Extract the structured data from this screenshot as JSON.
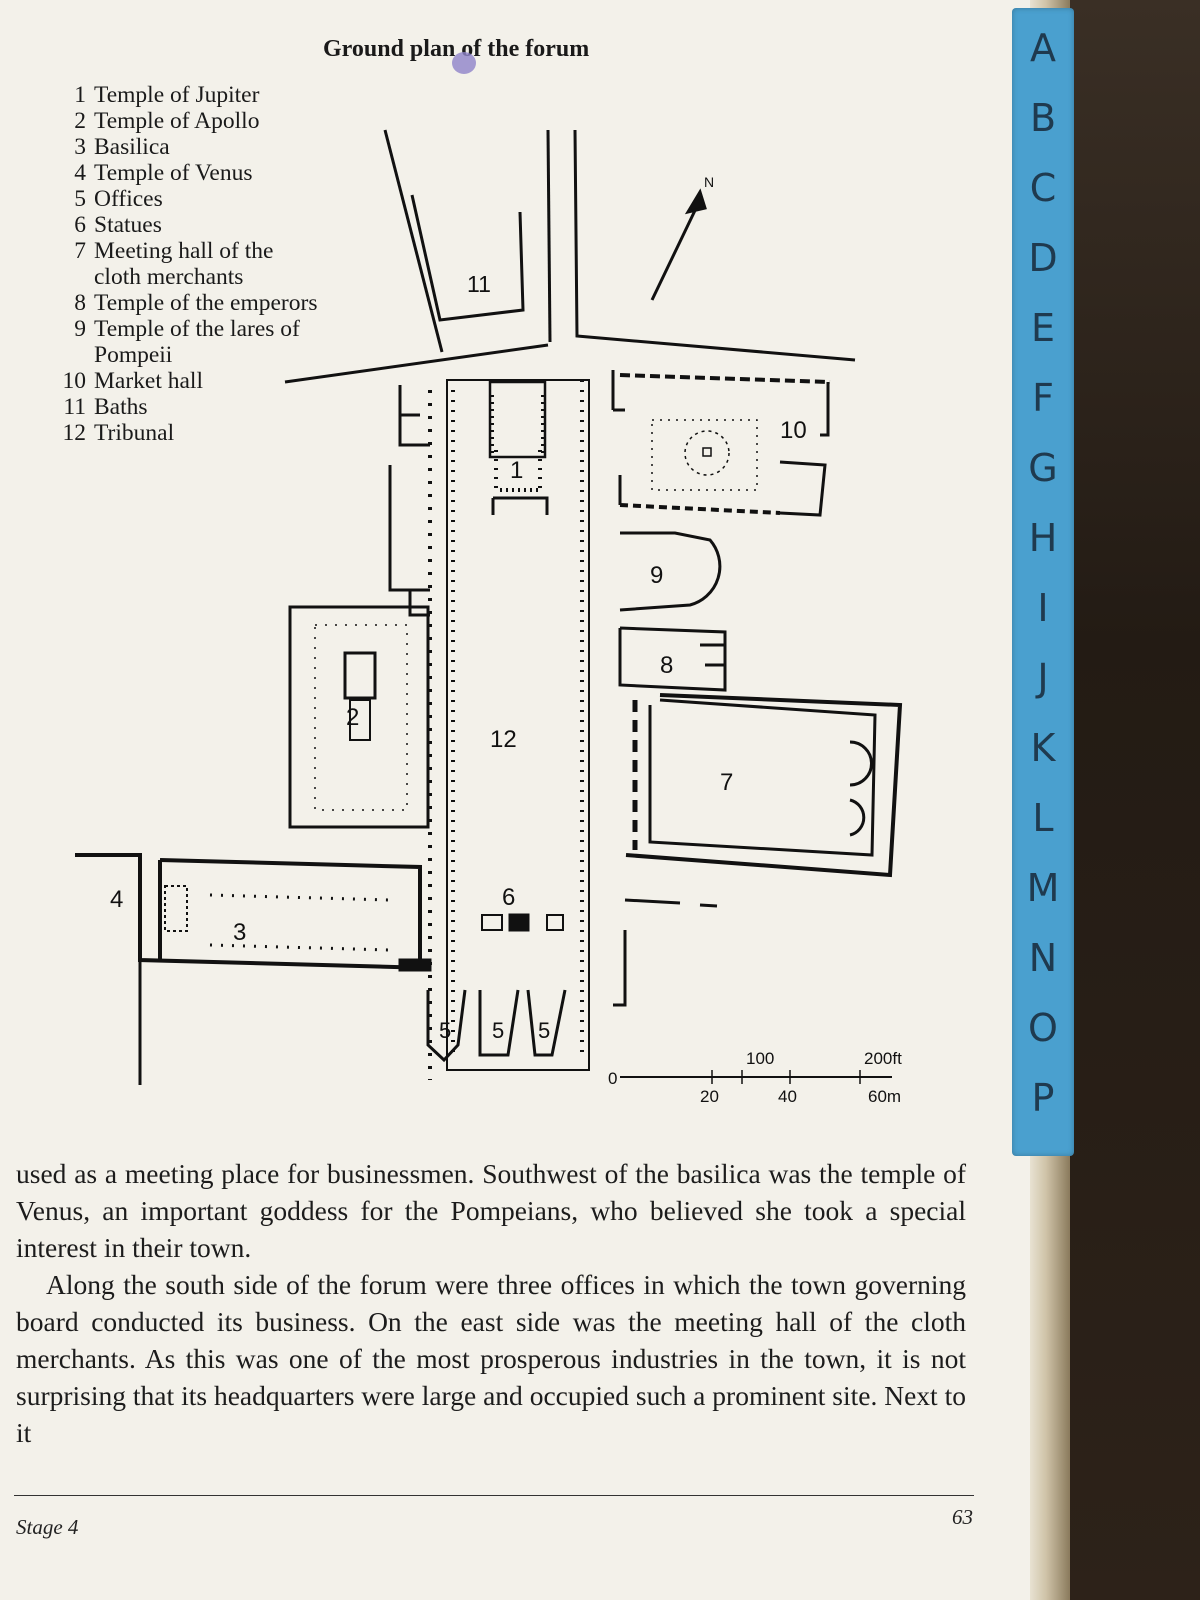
{
  "plan_title": "Ground plan of the forum",
  "legend": [
    {
      "num": "1",
      "text": "Temple of Jupiter"
    },
    {
      "num": "2",
      "text": "Temple of Apollo"
    },
    {
      "num": "3",
      "text": "Basilica"
    },
    {
      "num": "4",
      "text": "Temple of Venus"
    },
    {
      "num": "5",
      "text": "Offices"
    },
    {
      "num": "6",
      "text": "Statues"
    },
    {
      "num": "7",
      "text": "Meeting hall of the"
    },
    {
      "num": "",
      "text": "cloth merchants"
    },
    {
      "num": "8",
      "text": "Temple of the emperors"
    },
    {
      "num": "9",
      "text": "Temple of the lares of"
    },
    {
      "num": "",
      "text": "Pompeii"
    },
    {
      "num": "10",
      "text": "Market hall"
    },
    {
      "num": "11",
      "text": "Baths"
    },
    {
      "num": "12",
      "text": "Tribunal"
    }
  ],
  "plan_labels": {
    "n1": "1",
    "n2": "2",
    "n3": "3",
    "n4": "4",
    "n5a": "5",
    "n5b": "5",
    "n5c": "5",
    "n6": "6",
    "n7": "7",
    "n8": "8",
    "n9": "9",
    "n10": "10",
    "n11": "11",
    "n12": "12",
    "north": "N"
  },
  "scale": {
    "ft_zero": "0",
    "ft_100": "100",
    "ft_200": "200ft",
    "m_20": "20",
    "m_40": "40",
    "m_60": "60m"
  },
  "body": {
    "p1": "used as a meeting place for businessmen. Southwest of the basilica was the temple of Venus, an important goddess for the Pompeians, who believed she took a special interest in their town.",
    "p2": "Along the south side of the forum were three offices in which the town governing board conducted its business. On the east side was the meeting hall of the cloth merchants. As this was one of the most prosperous industries in the town, it is not surprising that its headquarters were large and occupied such a prominent site. Next to it"
  },
  "footer": {
    "stage": "Stage 4",
    "page_number": "63"
  },
  "tabs": [
    "A",
    "B",
    "C",
    "D",
    "E",
    "F",
    "G",
    "H",
    "I",
    "J",
    "K",
    "L",
    "M",
    "N",
    "O",
    "P"
  ]
}
